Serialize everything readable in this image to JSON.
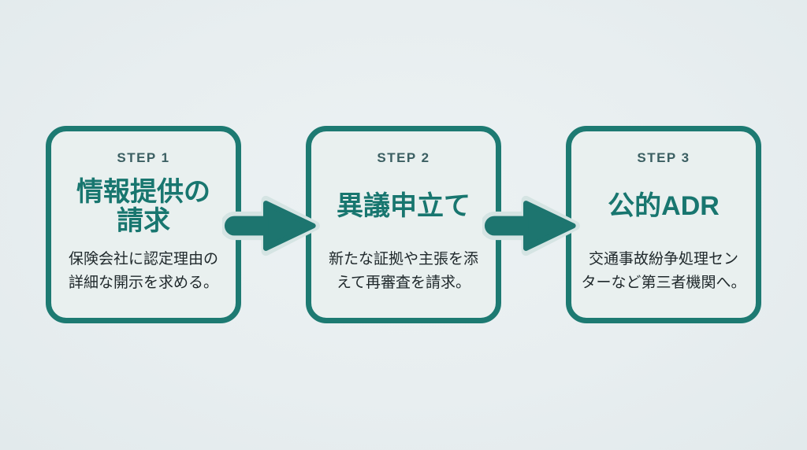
{
  "diagram": {
    "steps": [
      {
        "label": "STEP 1",
        "title": "情報提供の\n請求",
        "body": "保険会社に認定理由の\n詳細な開示を求める。"
      },
      {
        "label": "STEP 2",
        "title": "異議申立て",
        "body": "新たな証拠や主張を添\nえて再審査を請求。"
      },
      {
        "label": "STEP 3",
        "title": "公的ADR",
        "body": "交通事故紛争処理セン\nターなど第三者機関へ。"
      }
    ],
    "colors": {
      "background": "#e8eef0",
      "card_background": "#e9f0ef",
      "card_border": "#1d7a72",
      "step_label": "#3b5f62",
      "title": "#18766f",
      "body_text": "#20292c",
      "arrow_fill": "#1d756f",
      "arrow_glow": "#d5e4e3"
    }
  }
}
